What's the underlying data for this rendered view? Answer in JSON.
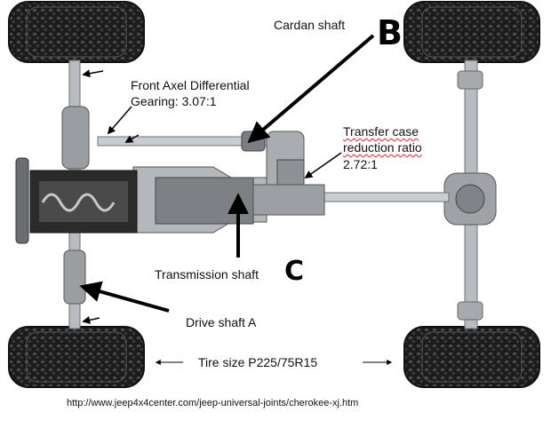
{
  "labels": {
    "cardan_shaft": "Cardan shaft",
    "front_axle_line1": "Front Axel Differential",
    "front_axle_line2": "Gearing: 3.07:1",
    "transfer_line1": "Transfer case",
    "transfer_line2": "reduction ratio",
    "transfer_line3": "2.72:1",
    "transmission_shaft": "Transmission shaft",
    "drive_shaft_a": "Drive shaft A",
    "tire_size": "Tire size P225/75R15",
    "url": "http://www.jeep4x4center.com/jeep-universal-joints/cherokee-xj.htm"
  },
  "handwritten": {
    "b": "B",
    "c": "C"
  },
  "colors": {
    "tire": "#1a1a1a",
    "tread": "#3a3a3a",
    "chassis": "#b8bcc0",
    "chassis_dark": "#6d7276",
    "engine_dark": "#2b2b2b",
    "arrow": "#000000",
    "squiggle": "#dd2222"
  }
}
